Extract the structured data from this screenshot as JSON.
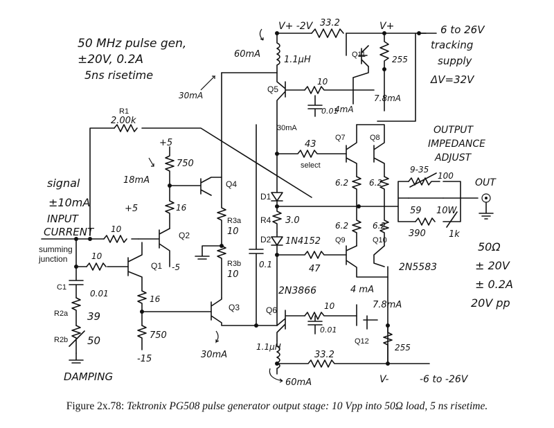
{
  "notes": {
    "gen_line1": "50 MHz pulse gen,",
    "gen_line2": "±20V, 0.2A",
    "gen_line3": "5ns risetime",
    "signal_line1": "signal",
    "signal_line2": "±10mA",
    "signal_line3": "INPUT",
    "signal_line4": "CURRENT",
    "summing_line1": "summing",
    "summing_line2": "junction",
    "damping": "DAMPING",
    "supply_line1": "6 to 26V",
    "supply_line2": "tracking",
    "supply_line3": "supply",
    "supply_line4": "ΔV=32V",
    "neg_supply": "-6 to -26V",
    "output_line1": "OUTPUT",
    "output_line2": "IMPEDANCE",
    "output_line3": "ADJUST",
    "out": "OUT",
    "spec_line1": "50Ω",
    "spec_line2": "± 20V",
    "spec_line3": "± 0.2A",
    "spec_line4": "20V pp",
    "select": "select"
  },
  "rails": {
    "vplus_minus2": "V+ -2V",
    "vplus": "V+",
    "vminus": "V-",
    "plus5_a": "+5",
    "plus5_b": "+5",
    "minus5": "-5",
    "minus15": "-15"
  },
  "currents": {
    "i60_top": "60mA",
    "i30_top": "30mA",
    "i30_q5": "30mA",
    "i18": "18mA",
    "i4_top": "4mA",
    "i78_top": "7.8mA",
    "i4_bot": "4 mA",
    "i78_bot": "7.8mA",
    "i30_bot": "30mA",
    "i60_bot": "60mA"
  },
  "components": {
    "R1": "R1",
    "R1_val": "2.00k",
    "R750_top": "750",
    "R16_top": "16",
    "R10_in1": "10",
    "R10_in2": "10",
    "R16_bot": "16",
    "R750_bot": "750",
    "C1": "C1",
    "C1_val": "0.01",
    "R2a": "R2a",
    "R2a_val": "39",
    "R2b": "R2b",
    "R2b_val": "50",
    "Q1": "Q1",
    "Q2": "Q2",
    "Q3": "Q3",
    "Q4": "Q4",
    "Q5": "Q5",
    "Q6": "Q6",
    "Q7": "Q7",
    "Q8": "Q8",
    "Q9": "Q9",
    "Q10": "Q10",
    "Q11": "Q11",
    "Q12": "Q12",
    "R3a": "R3a",
    "R3a_val": "10",
    "R3b": "R3b",
    "R3b_val": "10",
    "C01_mid": "0.1",
    "L_top": "1.1μH",
    "L_bot": "1.1μH",
    "R33_top": "33.2",
    "R33_bot": "33.2",
    "R255_top": "255",
    "R255_bot": "255",
    "R10_q5": "10",
    "R10_q6": "10",
    "C_q5": "0.01",
    "C_q6": "0.01",
    "R43": "43",
    "D1": "D1",
    "R4": "R4",
    "R4_val": "3.0",
    "D2": "D2",
    "D2_type": "1N4152",
    "R47": "47",
    "R62_a": "6.2",
    "R62_b": "6.2",
    "R62_c": "6.2",
    "R62_d": "6.2",
    "R935": "9-35",
    "R100": "100",
    "R59": "59",
    "R390": "390",
    "R10W": "10W",
    "R1k": "1k",
    "Q6_type": "2N3866",
    "Q10_type": "2N5583"
  },
  "caption": {
    "prefix": "Figure 2x.78:",
    "text": "Tektronix PG508 pulse generator output stage: 10 Vpp into 50Ω load, 5 ns risetime."
  }
}
